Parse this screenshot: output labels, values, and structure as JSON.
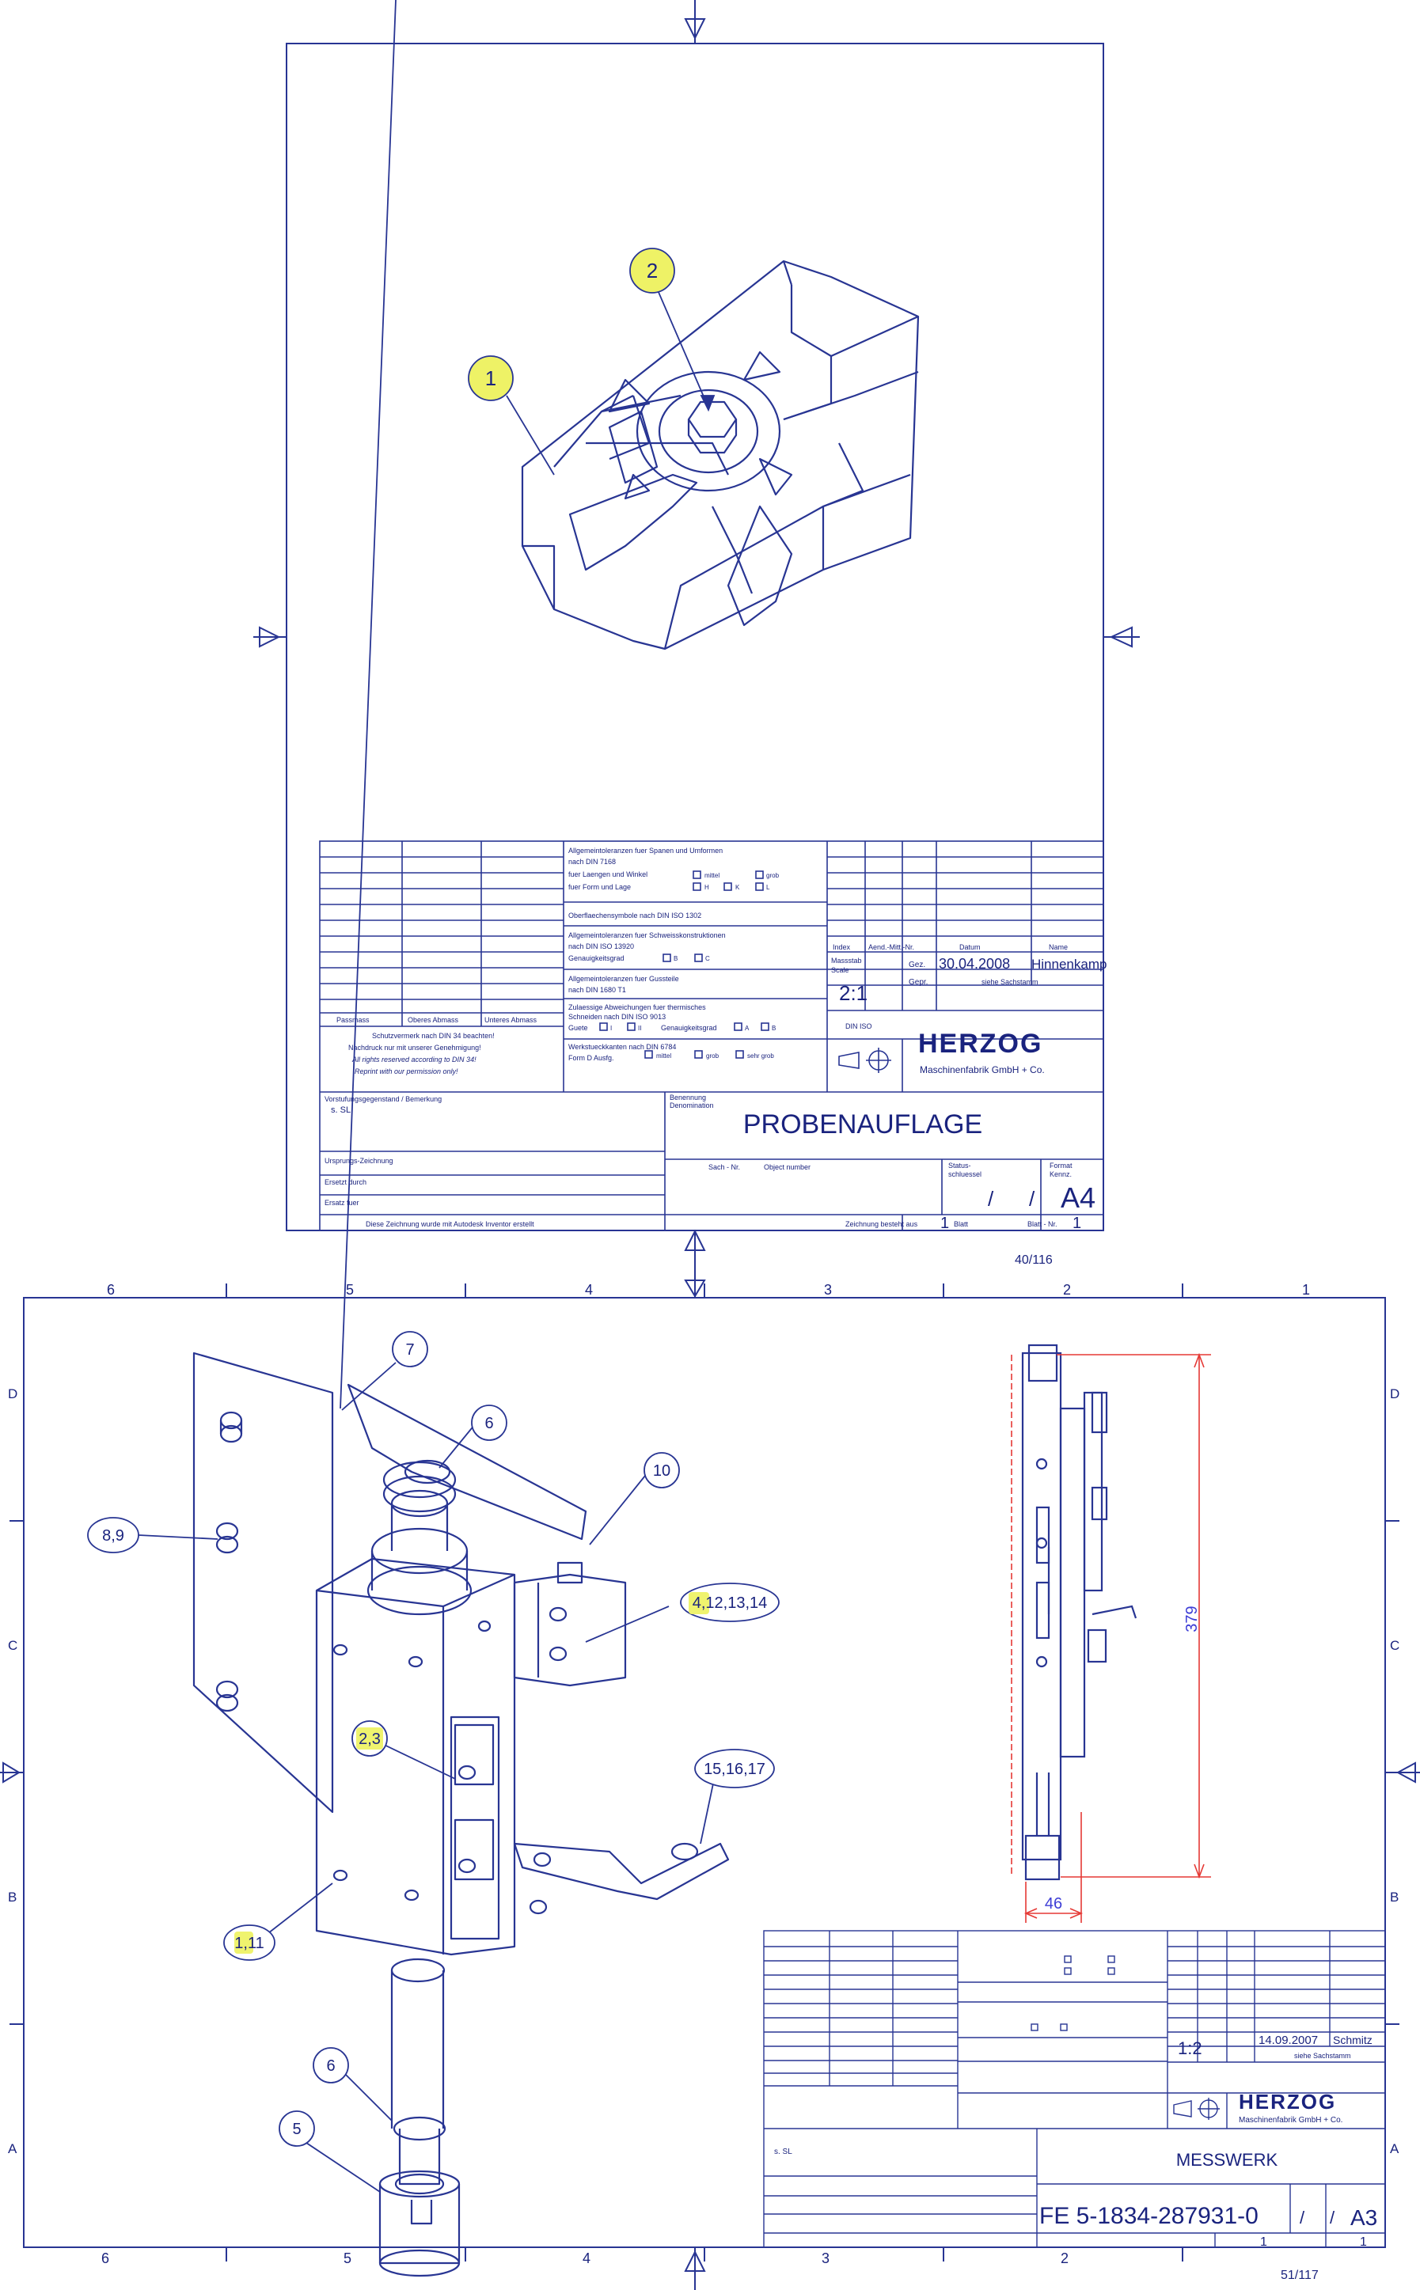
{
  "colors": {
    "line": "#283593",
    "ink": "#1a237e",
    "highlight": "#eef266",
    "dim": "#e53935",
    "dimtext": "#3d3dd6",
    "brand": "#1a237e"
  },
  "page_number_top": "40/116",
  "page_number_bottom": "51/117",
  "sheet1": {
    "callouts": [
      "1",
      "2"
    ],
    "tolerance": {
      "gen_title": "Allgemeintoleranzen fuer Spanen und Umformen",
      "gen_din": "nach DIN 7168",
      "len_angle": "fuer Laengen und Winkel",
      "form_pos": "fuer Form und Lage",
      "mittel": "mittel",
      "grob": "grob",
      "h": "H",
      "k": "K",
      "l": "L",
      "surface": "Oberflaechensymbole nach DIN ISO 1302",
      "weld_title": "Allgemeintoleranzen fuer Schweisskonstruktionen",
      "weld_din": "nach DIN ISO 13920",
      "accuracy": "Genauigkeitsgrad",
      "b": "B",
      "c": "C",
      "cast": "Allgemeintoleranzen fuer Gussteile",
      "cast_din": "nach DIN 1680 T1",
      "thermal": "Zulaessige Abweichungen fuer thermisches",
      "thermal2": "Schneiden nach DIN ISO 9013",
      "quality": "Guete",
      "q1": "I",
      "q2": "II",
      "qa": "A",
      "qb": "B",
      "edges": "Werkstueckkanten nach DIN 6784",
      "form_d": "Form D  Ausfg.",
      "fein": "mittel",
      "grob2": "grob",
      "sehr_grob": "sehr grob",
      "passmass": "Passmass",
      "oberes": "Oberes Abmass",
      "unteres": "Unteres Abmass",
      "protection1": "Schutzvermerk nach DIN 34 beachten!",
      "protection2": "Nachdruck nur mit unserer Genehmigung!",
      "protection3": "All rights reserved according to DIN 34!",
      "protection4": "Reprint with our permission only!"
    },
    "index": "Index",
    "aend": "Aend.-Mitt.-Nr.",
    "datum": "Datum",
    "name": "Name",
    "massstab": "Massstab",
    "scale_en": "Scale",
    "scale": "2:1",
    "gez": "Gez.",
    "gez_date": "30.04.2008",
    "gez_name": "Hinnenkamp",
    "gepr": "Gepr.",
    "gepr_note": "siehe Sachstamm",
    "din_iso": "DIN ISO",
    "brand": "HERZOG",
    "brand_sub": "Maschinenfabrik GmbH + Co.",
    "vorstufe": "Vorstufungsgegenstand / Bemerkung",
    "sl": "s. SL",
    "benennung": "Benennung",
    "denomination": "Denomination",
    "title": "PROBENAUFLAGE",
    "ursprung": "Ursprungs-Zeichnung",
    "ersetzt": "Ersetzt durch",
    "ersatz": "Ersatz fuer",
    "sach": "Sach - Nr.",
    "object": "Object number",
    "status": "Status-",
    "status2": "schluessel",
    "format": "Format",
    "kennz": "Kennz.",
    "slash": "/",
    "format_val": "A4",
    "autodesk": "Diese Zeichnung wurde mit Autodesk Inventor erstellt",
    "besteht": "Zeichnung besteht aus",
    "besteht_num": "1",
    "blatt": "Blatt",
    "blatt_nr": "Blatt - Nr.",
    "blatt_num": "1"
  },
  "sheet2": {
    "zone_cols": [
      "6",
      "5",
      "4",
      "3",
      "2",
      "1"
    ],
    "zone_rows": [
      "D",
      "C",
      "B",
      "A"
    ],
    "callouts": [
      "7",
      "6",
      "10",
      "8,9",
      "4,12,13,14",
      "2,3",
      "15,16,17",
      "1,11",
      "6",
      "5"
    ],
    "dim_h": "379",
    "dim_w": "46",
    "scale": "1:2",
    "gez_date": "14.09.2007",
    "gez_name": "Schmitz",
    "gepr_note": "siehe Sachstamm",
    "title": "MESSWERK",
    "number": "FE 5-1834-287931-0",
    "format_val": "A3",
    "blatt_num": "1",
    "besteht_num": "1",
    "brand": "HERZOG",
    "brand_sub": "Maschinenfabrik GmbH + Co."
  }
}
